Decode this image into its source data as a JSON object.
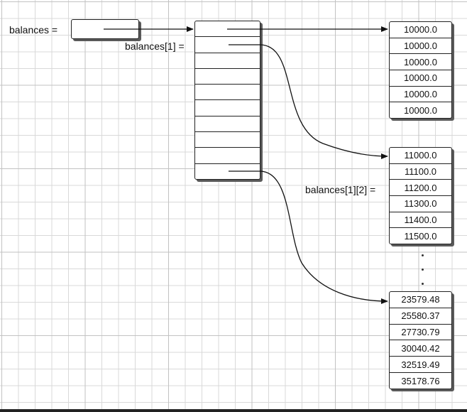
{
  "labels": {
    "balances": "balances =",
    "balances_row": "balances[1] =",
    "balances_elem": "balances[1][2] ="
  },
  "arrays": {
    "row_a": [
      "10000.0",
      "10000.0",
      "10000.0",
      "10000.0",
      "10000.0",
      "10000.0"
    ],
    "row_b": [
      "11000.0",
      "11100.0",
      "11200.0",
      "11300.0",
      "11400.0",
      "11500.0"
    ],
    "row_c": [
      "23579.48",
      "25580.37",
      "27730.79",
      "30040.42",
      "32519.49",
      "35178.76"
    ]
  },
  "outer_array": {
    "cells": 10
  },
  "colors": {
    "line": "#111111",
    "grid": "#d9d9d9",
    "shadow": "#5a5a5a"
  }
}
